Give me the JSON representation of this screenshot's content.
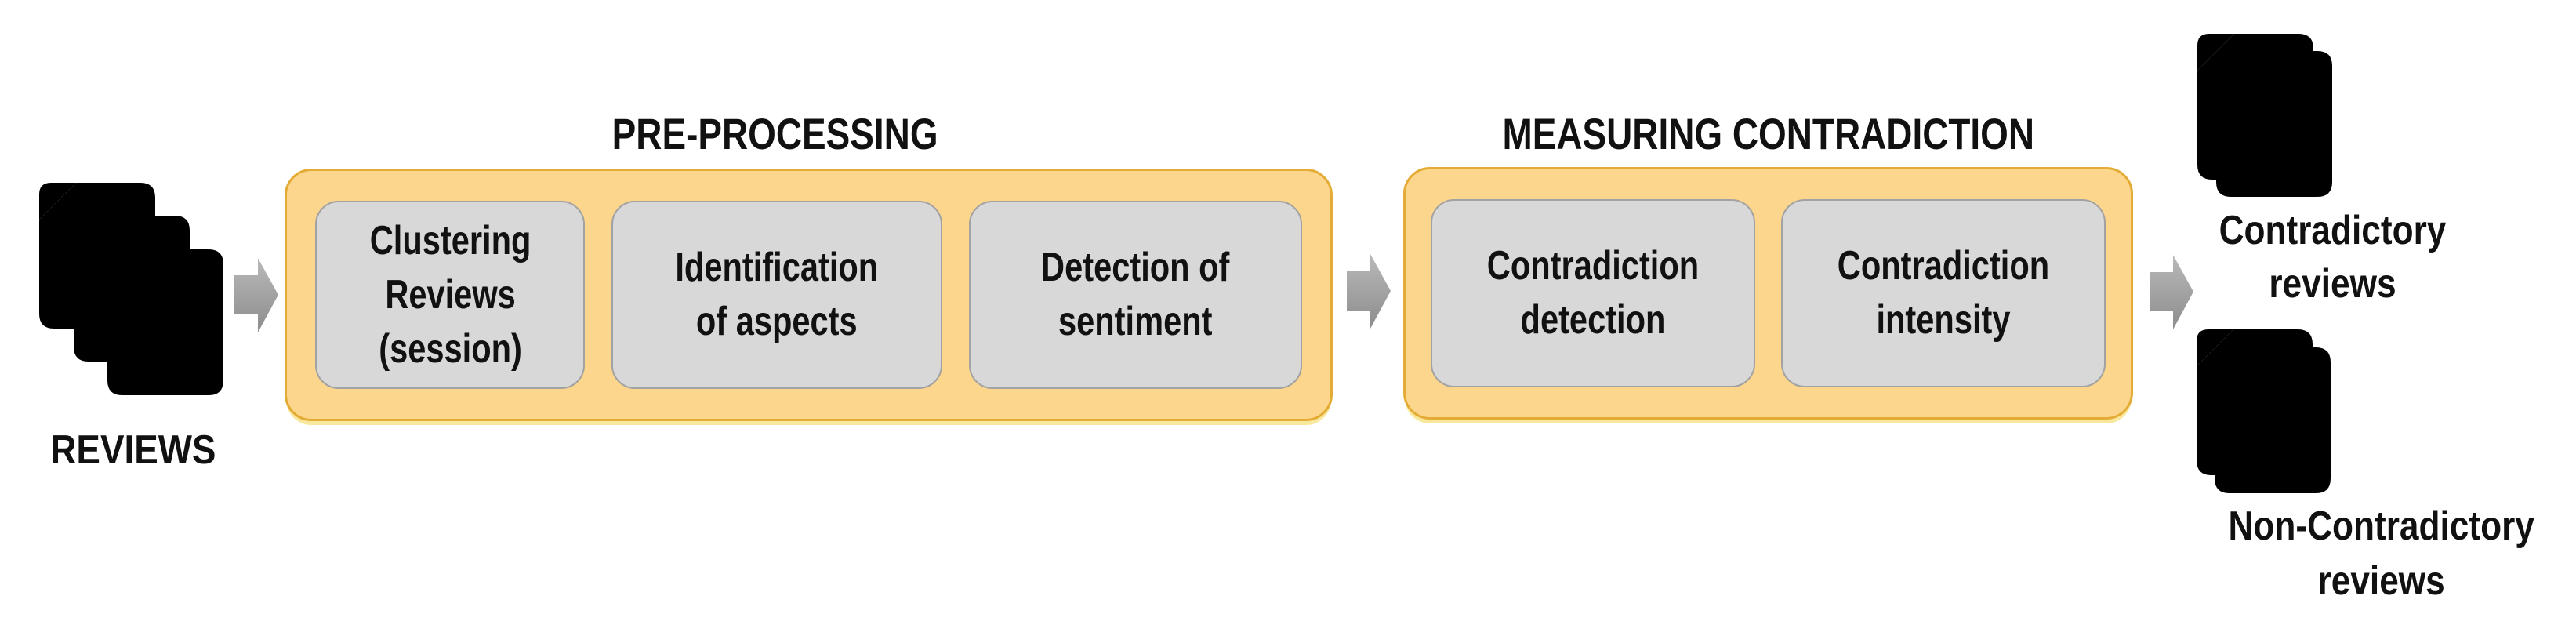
{
  "diagram": {
    "kind": "pipeline-flow",
    "background": "#ffffff"
  },
  "colors": {
    "container_fill": "#FBD68C",
    "container_border": "#E4AC36",
    "container_glow": "#F7E89E",
    "step_fill": "#D8D8D8",
    "step_border": "#A2A2A2",
    "arrow_light": "#B9B9B9",
    "arrow_dark": "#8D8D8D",
    "ink": "#111111",
    "doc_stroke": "#1C1C1C"
  },
  "input": {
    "label": "REVIEWS",
    "document_count": 3
  },
  "stages": [
    {
      "title": "PRE-PROCESSING",
      "steps": [
        {
          "label": "Clustering\nReviews\n(session)"
        },
        {
          "label": "Identification\nof aspects"
        },
        {
          "label": "Detection of\nsentiment"
        }
      ]
    },
    {
      "title": "MEASURING CONTRADICTION",
      "steps": [
        {
          "label": "Contradiction\ndetection"
        },
        {
          "label": "Contradiction\nintensity"
        }
      ]
    }
  ],
  "outputs": [
    {
      "label": "Contradictory\nreviews",
      "document_count": 2
    },
    {
      "label": "Non-Contradictory\nreviews",
      "document_count": 2
    }
  ]
}
